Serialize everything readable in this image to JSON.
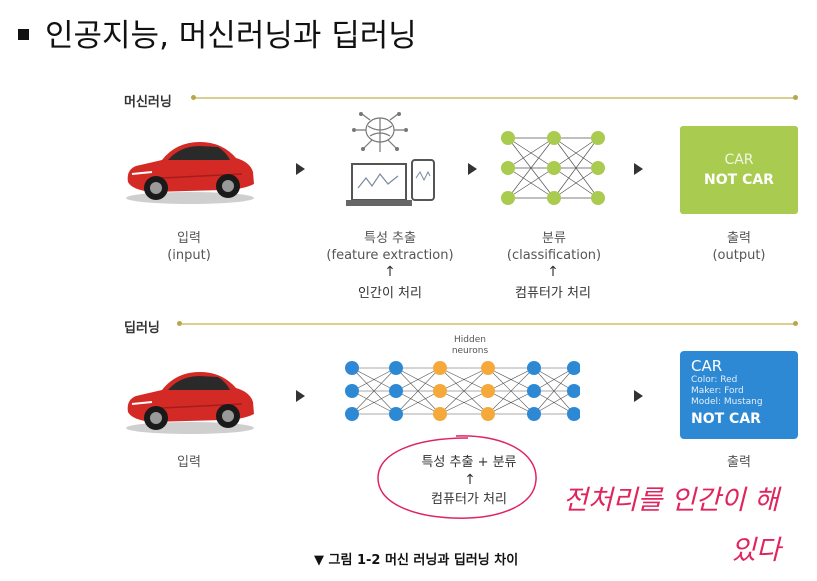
{
  "title": "인공지능, 머신러닝과 딥러닝",
  "machine_learning": {
    "label": "머신러닝",
    "steps": [
      {
        "name": "입력",
        "sub": "(input)"
      },
      {
        "name": "특성 추출",
        "sub": "(feature extraction)",
        "note": "인간이 처리"
      },
      {
        "name": "분류",
        "sub": "(classification)",
        "note": "컴퓨터가 처리"
      },
      {
        "name": "출력",
        "sub": "(output)"
      }
    ],
    "output_box": {
      "line1": "CAR",
      "line2": "NOT CAR"
    }
  },
  "deep_learning": {
    "label": "딥러닝",
    "hidden_label_1": "Hidden",
    "hidden_label_2": "neurons",
    "steps": [
      {
        "name": "입력"
      },
      {
        "name": "특성 추출 + 분류",
        "note": "컴퓨터가 처리"
      },
      {
        "name": "출력"
      }
    ],
    "output_box": {
      "line1": "CAR",
      "detail1": "Color: Red",
      "detail2": "Maker: Ford",
      "detail3": "Model: Mustang",
      "line2": "NOT CAR"
    }
  },
  "figure_caption": "▼ 그림 1-2 머신 러닝과 딥러닝 차이",
  "handwritten": {
    "line1": "전처리를 인간이 해",
    "line2": "있다"
  },
  "colors": {
    "green": "#a9cb4f",
    "blue": "#2e89d4",
    "orange": "#f5a93a",
    "car_red": "#d42a26",
    "ink": "#e0245e"
  }
}
